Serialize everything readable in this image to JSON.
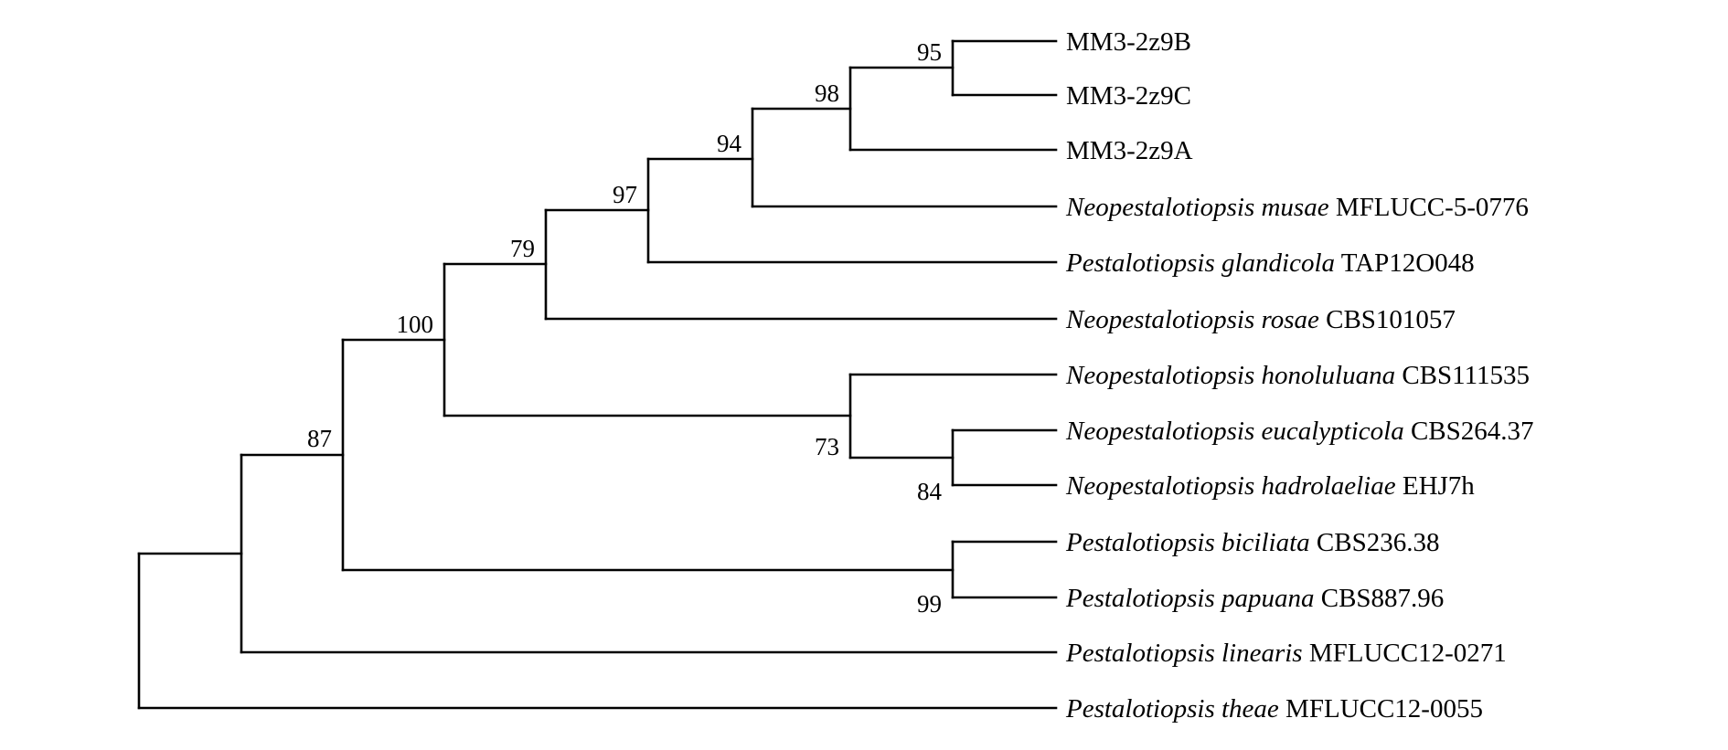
{
  "tree": {
    "line_color": "#000000",
    "background": "#ffffff",
    "taxa": [
      {
        "species": "",
        "strain": "MM3-2z9B"
      },
      {
        "species": "",
        "strain": "MM3-2z9C"
      },
      {
        "species": "",
        "strain": "MM3-2z9A"
      },
      {
        "species": "Neopestalotiopsis musae",
        "strain": "MFLUCC-5-0776"
      },
      {
        "species": "Pestalotiopsis glandicola",
        "strain": "TAP12O048"
      },
      {
        "species": "Neopestalotiopsis rosae",
        "strain": "CBS101057"
      },
      {
        "species": "Neopestalotiopsis honoluluana",
        "strain": "CBS111535"
      },
      {
        "species": "Neopestalotiopsis eucalypticola",
        "strain": "CBS264.37"
      },
      {
        "species": "Neopestalotiopsis hadrolaeliae",
        "strain": "EHJ7h"
      },
      {
        "species": "Pestalotiopsis biciliata",
        "strain": "CBS236.38"
      },
      {
        "species": "Pestalotiopsis papuana",
        "strain": "CBS887.96"
      },
      {
        "species": "Pestalotiopsis linearis",
        "strain": "MFLUCC12-0271"
      },
      {
        "species": "Pestalotiopsis theae",
        "strain": "MFLUCC12-0055"
      }
    ],
    "supports": [
      "95",
      "98",
      "94",
      "97",
      "79",
      "100",
      "73",
      "84",
      "99",
      "87"
    ]
  }
}
